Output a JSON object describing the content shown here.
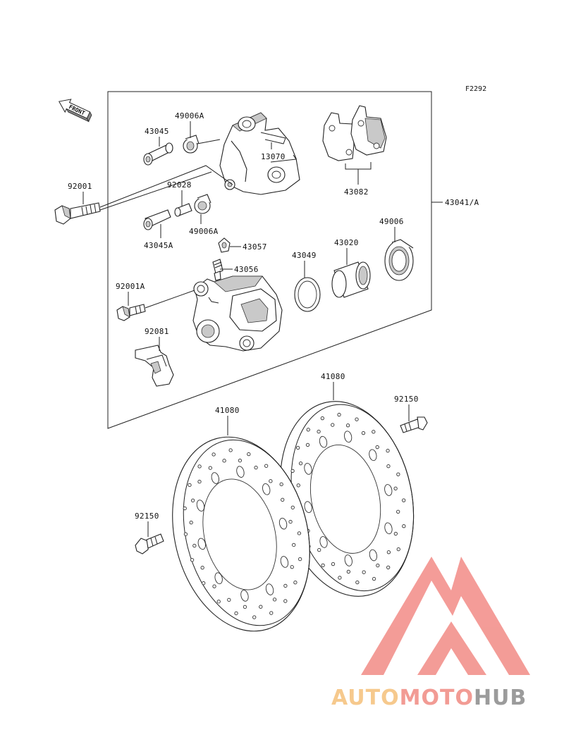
{
  "figure_code": "F2292",
  "front_label": "FRONT",
  "parts": {
    "p43045": "43045",
    "p49006a_top": "49006A",
    "p13070": "13070",
    "p43082": "43082",
    "p92001": "92001",
    "p92028": "92028",
    "p49006a": "49006A",
    "p43041a": "43041/A",
    "p43045a": "43045A",
    "p43057": "43057",
    "p49006": "49006",
    "p43020": "43020",
    "p43049": "43049",
    "p43056": "43056",
    "p92001a": "92001A",
    "p92081": "92081",
    "p41080_right": "41080",
    "p41080_left": "41080",
    "p92150_right": "92150",
    "p92150_left": "92150"
  },
  "watermark": {
    "part1": "AUTO",
    "part2": "MOTO",
    "part3": "HUB",
    "colors": {
      "auto": "#f5c07a",
      "moto": "#f08a82",
      "hub": "#8a8a8a",
      "logo": "#f28b86"
    }
  }
}
